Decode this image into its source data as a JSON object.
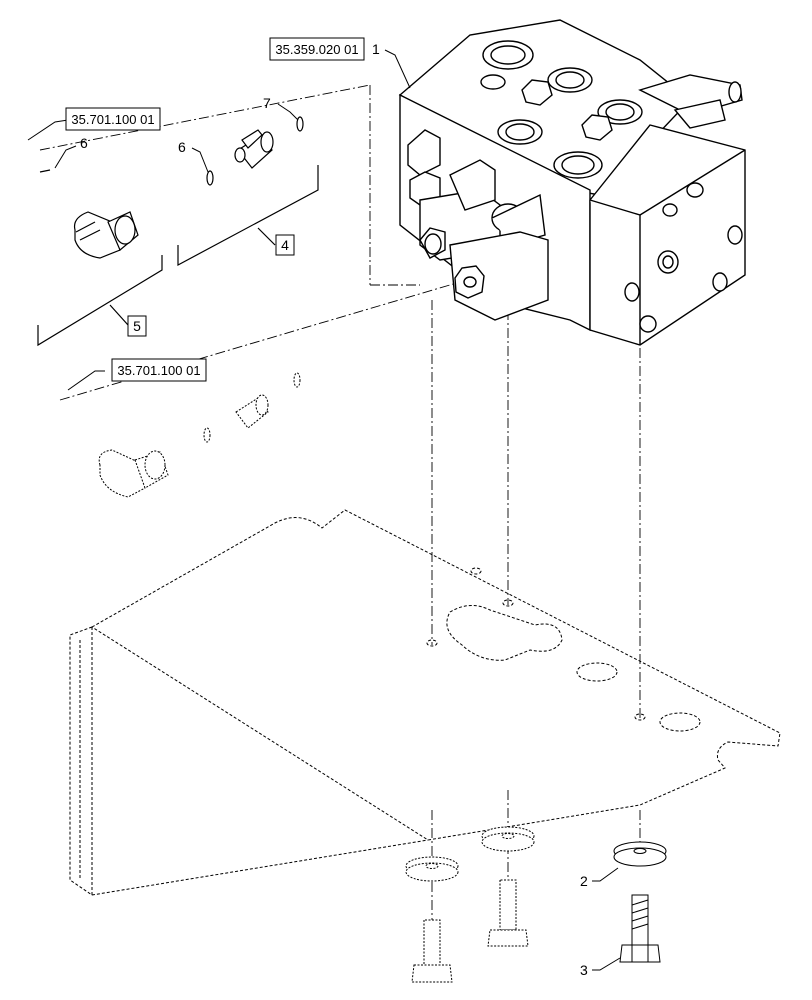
{
  "references": [
    {
      "id": "ref-valve-block",
      "text": "35.359.020 01"
    },
    {
      "id": "ref-upper-fitting",
      "text": "35.701.100 01"
    },
    {
      "id": "ref-lower-fitting",
      "text": "35.701.100 01"
    }
  ],
  "callouts": {
    "valve_block": "1",
    "washer": "2",
    "bolt": "3",
    "tube_group_upper": "4",
    "tube_group_lower": "5",
    "oring_left": "6",
    "oring_right": "6",
    "oring_top": "7"
  }
}
